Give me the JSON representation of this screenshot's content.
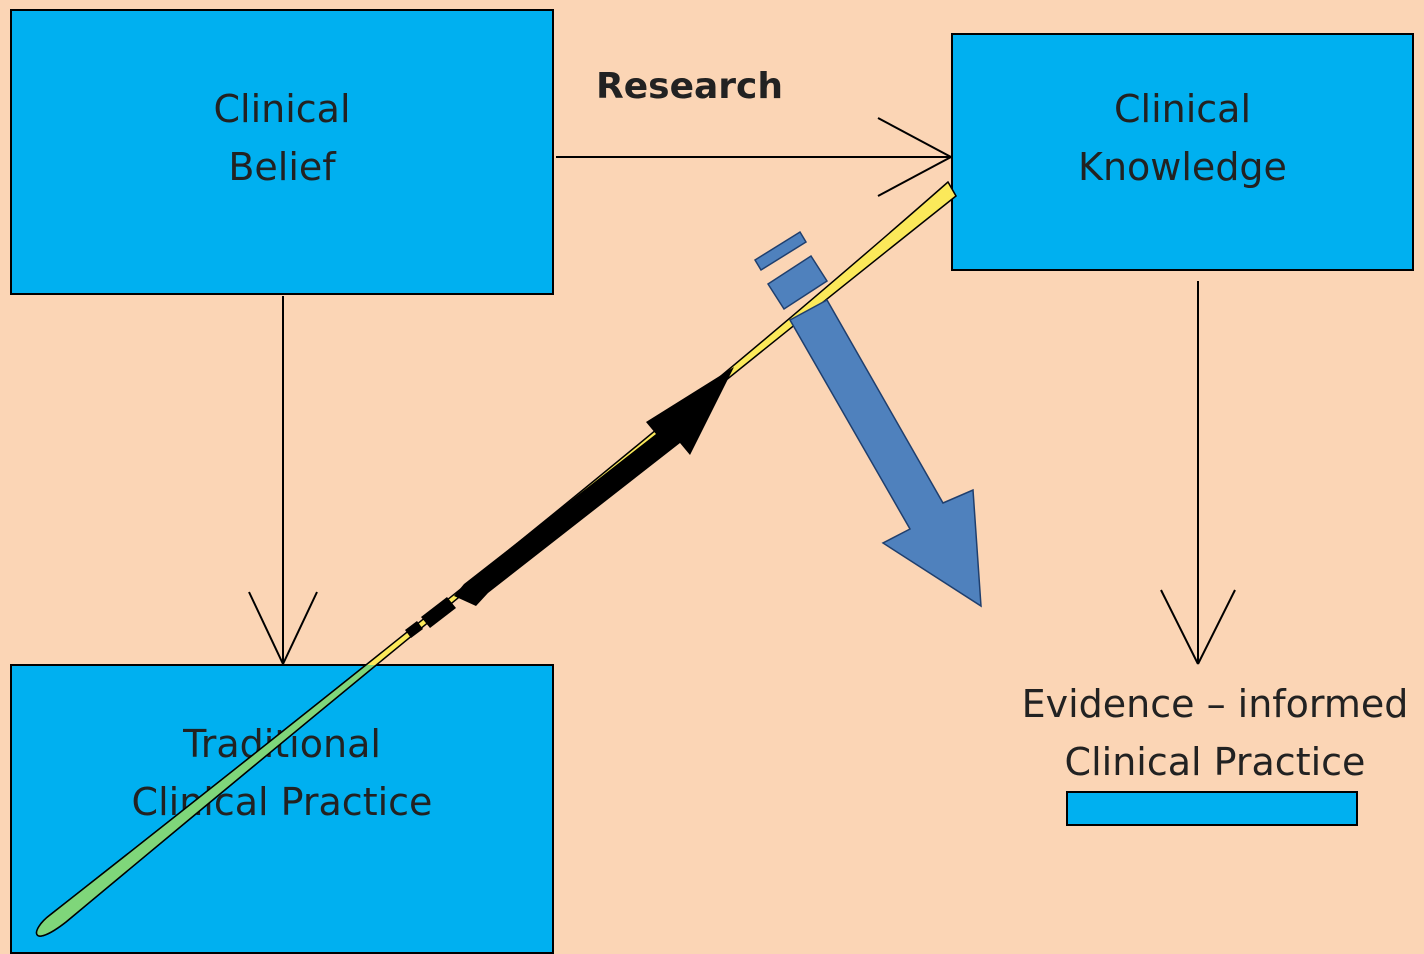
{
  "boxes": {
    "clinical_belief": "Clinical\nBelief",
    "clinical_knowledge": "Clinical\nKnowledge",
    "traditional_practice": "Traditional\nClinical Practice"
  },
  "labels": {
    "research": "Research",
    "evidence_practice": "Evidence – informed\nClinical Practice"
  },
  "colors": {
    "background": "#fbd5b5",
    "box_fill": "#00b0f0",
    "pen_yellow": "#fbe95a",
    "pen_green": "#7fd67a",
    "block_arrow": "#4f81bd"
  }
}
